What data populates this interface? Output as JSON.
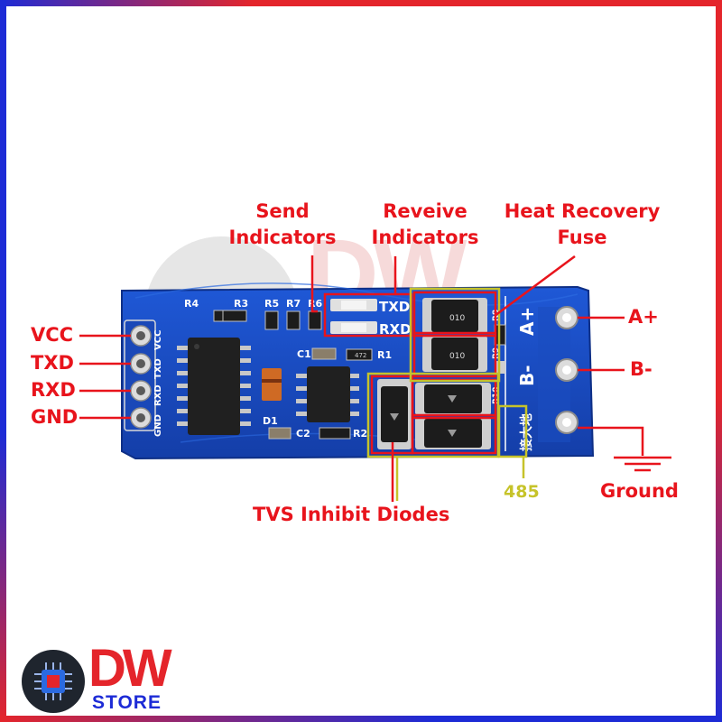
{
  "watermark": {
    "text": "DW"
  },
  "board": {
    "pin_labels": [
      "VCC",
      "TXD",
      "RXD",
      "GND"
    ],
    "silkscreen": {
      "pins": [
        "GND",
        "RXD",
        "TXD",
        "VCC"
      ],
      "components": [
        "R4",
        "R3",
        "R5",
        "R7",
        "R6",
        "C1",
        "R1",
        "D1",
        "C2",
        "R2",
        "R8",
        "R9",
        "R10"
      ],
      "txd": "TXD",
      "rxd": "RXD",
      "a_plus": "A+",
      "b_minus": "B-",
      "ground_cn": "接大地"
    },
    "markings": {
      "fuse": "010",
      "resistor": "472"
    }
  },
  "callouts": {
    "send_indicators": [
      "Send",
      "Indicators"
    ],
    "receive_indicators": [
      "Reveive",
      "Indicators"
    ],
    "heat_recovery_fuse": [
      "Heat Recovery",
      "Fuse"
    ],
    "a_plus": "A+",
    "b_minus": "B-",
    "vcc": "VCC",
    "txd": "TXD",
    "rxd": "RXD",
    "gnd": "GND",
    "tvs": "TVS Inhibit Diodes",
    "ground": "Ground",
    "rs485": "485"
  },
  "logo": {
    "text": "DW",
    "subtext": "STORE"
  },
  "colors": {
    "callout": "#e8141c",
    "pcb": "#1848c4",
    "yellow": "#c6c32a",
    "brand_red": "#e4252b",
    "brand_blue": "#1d2bd6"
  }
}
